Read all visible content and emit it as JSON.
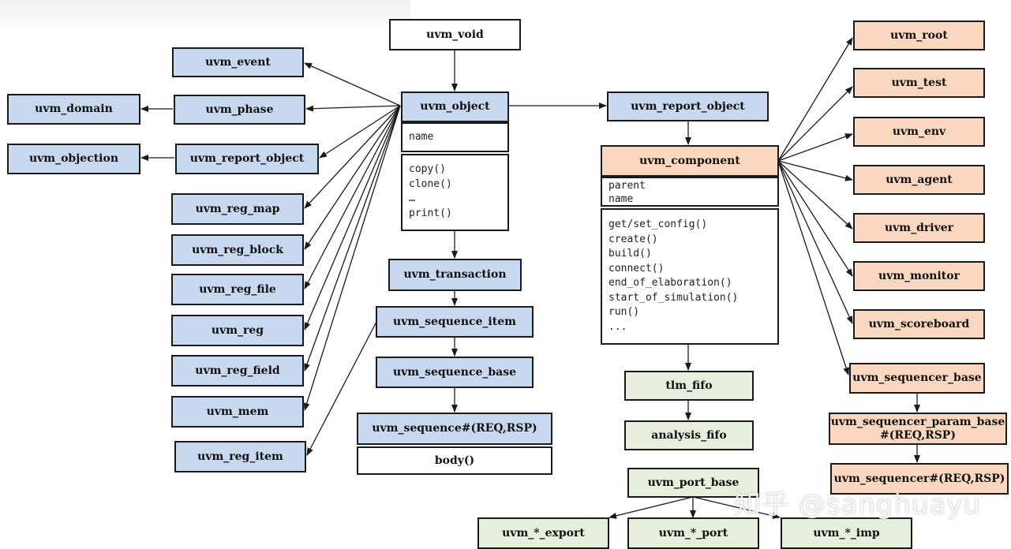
{
  "nodes": {
    "uvm_void": "uvm_void",
    "uvm_object": "uvm_object",
    "uvm_object_fields": [
      "name"
    ],
    "uvm_object_methods": [
      "copy()",
      "clone()",
      "…",
      "print()"
    ],
    "uvm_transaction": "uvm_transaction",
    "uvm_sequence_item": "uvm_sequence_item",
    "uvm_sequence_base": "uvm_sequence_base",
    "uvm_sequence": "uvm_sequence#(REQ,RSP)",
    "uvm_sequence_method": "body()",
    "uvm_event": "uvm_event",
    "uvm_phase": "uvm_phase",
    "uvm_domain": "uvm_domain",
    "uvm_objection": "uvm_objection",
    "uvm_report_object_left": "uvm_report_object",
    "uvm_reg_map": "uvm_reg_map",
    "uvm_reg_block": "uvm_reg_block",
    "uvm_reg_file": "uvm_reg_file",
    "uvm_reg": "uvm_reg",
    "uvm_reg_field": "uvm_reg_field",
    "uvm_mem": "uvm_mem",
    "uvm_reg_item": "uvm_reg_item",
    "uvm_report_object": "uvm_report_object",
    "uvm_component": "uvm_component",
    "uvm_component_fields": [
      "parent",
      "name"
    ],
    "uvm_component_methods": [
      "get/set_config()",
      "create()",
      "build()",
      "connect()",
      "end_of_elaboration()",
      "start_of_simulation()",
      "run()",
      "..."
    ],
    "tlm_fifo": "tlm_fifo",
    "analysis_fifo": "analysis_fifo",
    "uvm_port_base": "uvm_port_base",
    "uvm_export": "uvm_*_export",
    "uvm_port": "uvm_*_port",
    "uvm_imp": "uvm_*_imp",
    "uvm_root": "uvm_root",
    "uvm_test": "uvm_test",
    "uvm_env": "uvm_env",
    "uvm_agent": "uvm_agent",
    "uvm_driver": "uvm_driver",
    "uvm_monitor": "uvm_monitor",
    "uvm_scoreboard": "uvm_scoreboard",
    "uvm_sequencer_base": "uvm_sequencer_base",
    "uvm_sequencer_param_base_1": "uvm_sequencer_param_base",
    "uvm_sequencer_param_base_2": "#(REQ,RSP)",
    "uvm_sequencer": "uvm_sequencer#(REQ,RSP)"
  },
  "watermark": "知乎 @sanghuayu",
  "colors": {
    "blue": "#c8d8ee",
    "orange": "#f9d8bf",
    "green": "#e6efdc",
    "line": "#1a1a1a"
  }
}
